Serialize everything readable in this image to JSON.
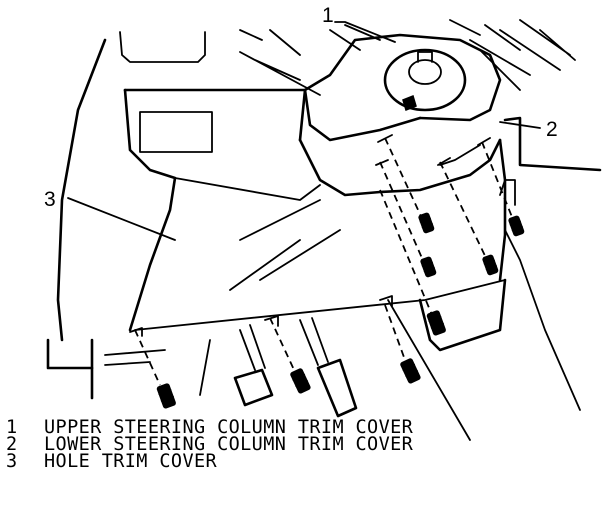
{
  "diagram": {
    "callouts": [
      {
        "id": "1"
      },
      {
        "id": "2"
      },
      {
        "id": "3"
      }
    ],
    "legend": [
      {
        "num": "1",
        "text": "UPPER STEERING COLUMN TRIM COVER"
      },
      {
        "num": "2",
        "text": "LOWER STEERING COLUMN TRIM COVER"
      },
      {
        "num": "3",
        "text": "HOLE TRIM COVER"
      }
    ]
  }
}
